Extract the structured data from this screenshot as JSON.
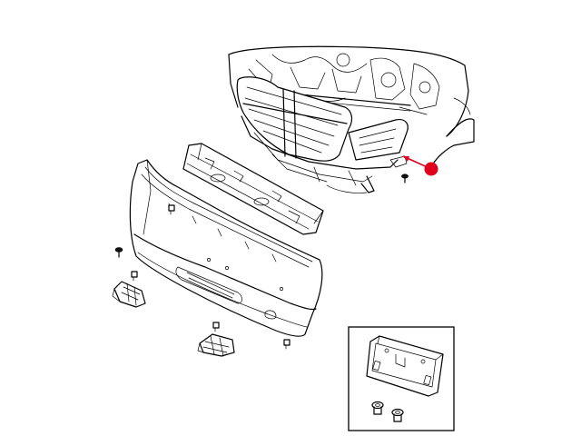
{
  "diagram": {
    "parts": [
      {
        "id": "vehicle-front-end",
        "kind": "assembly"
      },
      {
        "id": "bumper-reinforcement",
        "kind": "part"
      },
      {
        "id": "front-fascia",
        "kind": "part"
      },
      {
        "id": "fog-lamp-bracket-left",
        "kind": "part"
      },
      {
        "id": "fog-lamp-bracket-right",
        "kind": "part"
      },
      {
        "id": "license-plate-bracket",
        "kind": "detail"
      },
      {
        "id": "retainer-clips",
        "kind": "fastener"
      },
      {
        "id": "screws",
        "kind": "fastener"
      }
    ],
    "callout": {
      "color": "#e0001b",
      "target": "fascia-attachment-screw"
    },
    "colors": {
      "line": "#000000",
      "background": "#ffffff",
      "callout": "#e0001b"
    }
  }
}
